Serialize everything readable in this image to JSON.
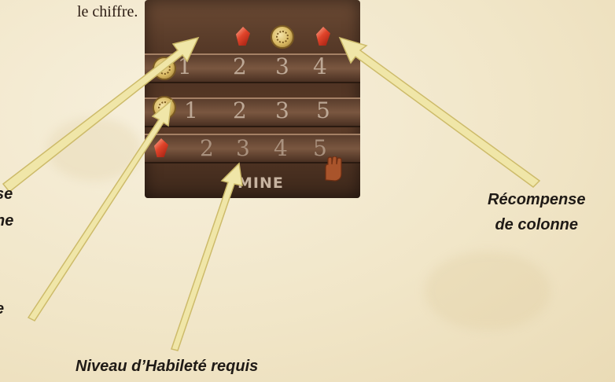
{
  "instructions_fragment": "le chiffre.",
  "card": {
    "title": "MINE",
    "rows": [
      {
        "reward": "coin-icon",
        "numbers": [
          "1",
          "2",
          "3",
          "4"
        ]
      },
      {
        "reward": "coin-icon",
        "numbers": [
          "1",
          "2",
          "3",
          "5"
        ]
      },
      {
        "reward": "gem-icon",
        "numbers": [
          "2",
          "3",
          "4",
          "5"
        ]
      }
    ],
    "column_rewards": [
      "gem-icon",
      "coin-icon",
      "gem-icon"
    ],
    "action_icon": "hand-icon"
  },
  "captions": {
    "left_1": "se",
    "left_2": "ne",
    "left_3": "e",
    "column_reward_line1": "Récompense",
    "column_reward_line2": "de colonne",
    "skill_level": "Niveau d’Habileté requis"
  },
  "colors": {
    "arrow_fill": "#f0e6a8",
    "arrow_stroke": "#cdbb6a",
    "card_brown": "#5b3b28"
  }
}
